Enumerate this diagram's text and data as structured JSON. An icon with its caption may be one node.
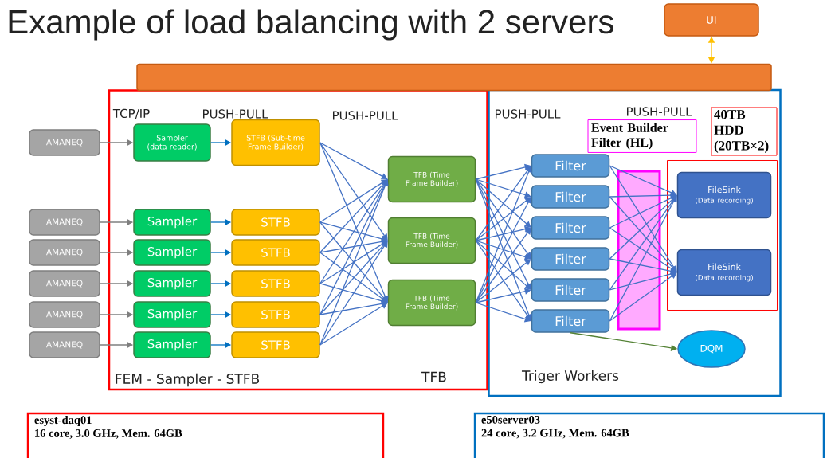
{
  "diagram": {
    "title": "Example of load balancing with 2 servers",
    "nodes": [
      {
        "text": [
          "FEM - Sampler - STFB",
          "TFB"
        ]
      },
      {
        "text": [
          "Triger Workers"
        ]
      },
      {
        "text": [
          "UI"
        ]
      },
      {
        "text": [],
        "shape": "bar"
      },
      {
        "text": [
          "AMANEQ"
        ]
      },
      {
        "text": [
          "AMANEQ"
        ]
      },
      {
        "text": [
          "AMANEQ"
        ]
      },
      {
        "text": [
          "AMANEQ"
        ]
      },
      {
        "text": [
          "AMANEQ"
        ]
      },
      {
        "text": [
          "AMANEQ"
        ]
      },
      {
        "text": [
          "Sampler (data reader)"
        ],
        "in": 0
      },
      {
        "text": [
          "Sampler"
        ],
        "in": 0
      },
      {
        "text": [
          "Sampler"
        ],
        "in": 0
      },
      {
        "text": [
          "Sampler"
        ],
        "in": 0
      },
      {
        "text": [
          "Sampler"
        ],
        "in": 0
      },
      {
        "text": [
          "Sampler"
        ],
        "in": 0
      },
      {
        "text": [
          "STFB (Sub-time Frame Builder)"
        ],
        "in": 0
      },
      {
        "text": [
          "STFB"
        ],
        "in": 0
      },
      {
        "text": [
          "STFB"
        ],
        "in": 0
      },
      {
        "text": [
          "STFB"
        ],
        "in": 0
      },
      {
        "text": [
          "STFB"
        ],
        "in": 0
      },
      {
        "text": [
          "STFB"
        ],
        "in": 0
      },
      {
        "text": [
          "TFB (Time Frame Builder)"
        ],
        "in": 0
      },
      {
        "text": [
          "TFB (Time Frame Builder)"
        ],
        "in": 0
      },
      {
        "text": [
          "TFB (Time Frame Builder)"
        ],
        "in": 0
      },
      {
        "text": [
          "Event Builder Filter (HL)"
        ],
        "in": 1
      },
      {
        "text": [
          "Filter"
        ],
        "in": 1
      },
      {
        "text": [
          "Filter"
        ],
        "in": 1
      },
      {
        "text": [
          "Filter"
        ],
        "in": 1
      },
      {
        "text": [
          "Filter"
        ],
        "in": 1
      },
      {
        "text": [
          "Filter"
        ],
        "in": 1
      },
      {
        "text": [
          "Filter"
        ],
        "in": 1
      },
      {
        "text": [
          "40TB HDD (20TB×2)"
        ],
        "in": 1
      },
      {
        "text": [
          "FileSink",
          "(Data recording)"
        ],
        "in": 32
      },
      {
        "text": [
          "FileSink",
          "(Data recording)"
        ],
        "in": 32
      },
      {
        "text": [
          "DQM"
        ],
        "in": 1
      },
      {
        "text": [
          "esyst-daq01",
          "16 core, 3.0 GHz, Mem. 64GB"
        ]
      },
      {
        "text": [
          "e50server03",
          "24 core, 3.2 GHz, Mem. 64GB"
        ]
      }
    ],
    "edges": [
      {
        "from": 2,
        "to": 3,
        "arrow": "both",
        "color": "#ffc000"
      },
      {
        "from": 4,
        "to": 10,
        "arrow": "to",
        "color": "#7f7f7f"
      },
      {
        "from": 5,
        "to": 11,
        "arrow": "to",
        "color": "#7f7f7f"
      },
      {
        "from": 6,
        "to": 12,
        "arrow": "to",
        "color": "#7f7f7f"
      },
      {
        "from": 7,
        "to": 13,
        "arrow": "to",
        "color": "#7f7f7f"
      },
      {
        "from": 8,
        "to": 14,
        "arrow": "to",
        "color": "#7f7f7f"
      },
      {
        "from": 9,
        "to": 15,
        "arrow": "to",
        "color": "#7f7f7f"
      },
      {
        "from": 10,
        "to": 16,
        "arrow": "to",
        "color": "#0070c0"
      },
      {
        "from": 11,
        "to": 17,
        "arrow": "to",
        "color": "#0070c0"
      },
      {
        "from": 12,
        "to": 18,
        "arrow": "to",
        "color": "#0070c0"
      },
      {
        "from": 13,
        "to": 19,
        "arrow": "to",
        "color": "#0070c0"
      },
      {
        "from": 14,
        "to": 20,
        "arrow": "to",
        "color": "#0070c0"
      },
      {
        "from": 15,
        "to": 21,
        "arrow": "to",
        "color": "#0070c0"
      },
      {
        "from": 16,
        "to": 22,
        "arrow": "to"
      },
      {
        "from": 16,
        "to": 23,
        "arrow": "to"
      },
      {
        "from": 16,
        "to": 24,
        "arrow": "to"
      },
      {
        "from": 17,
        "to": 22,
        "arrow": "to"
      },
      {
        "from": 17,
        "to": 23,
        "arrow": "to"
      },
      {
        "from": 17,
        "to": 24,
        "arrow": "to"
      },
      {
        "from": 18,
        "to": 22,
        "arrow": "to"
      },
      {
        "from": 18,
        "to": 23,
        "arrow": "to"
      },
      {
        "from": 18,
        "to": 24,
        "arrow": "to"
      },
      {
        "from": 19,
        "to": 22,
        "arrow": "to"
      },
      {
        "from": 19,
        "to": 23,
        "arrow": "to"
      },
      {
        "from": 19,
        "to": 24,
        "arrow": "to"
      },
      {
        "from": 20,
        "to": 22,
        "arrow": "to"
      },
      {
        "from": 20,
        "to": 23,
        "arrow": "to"
      },
      {
        "from": 20,
        "to": 24,
        "arrow": "to"
      },
      {
        "from": 21,
        "to": 22,
        "arrow": "to"
      },
      {
        "from": 21,
        "to": 23,
        "arrow": "to"
      },
      {
        "from": 21,
        "to": 24,
        "arrow": "to"
      },
      {
        "from": 22,
        "to": 26,
        "arrow": "to"
      },
      {
        "from": 22,
        "to": 27,
        "arrow": "to"
      },
      {
        "from": 22,
        "to": 28,
        "arrow": "to"
      },
      {
        "from": 22,
        "to": 29,
        "arrow": "to"
      },
      {
        "from": 22,
        "to": 30,
        "arrow": "to"
      },
      {
        "from": 22,
        "to": 31,
        "arrow": "to"
      },
      {
        "from": 23,
        "to": 26,
        "arrow": "to"
      },
      {
        "from": 23,
        "to": 27,
        "arrow": "to"
      },
      {
        "from": 23,
        "to": 28,
        "arrow": "to"
      },
      {
        "from": 23,
        "to": 29,
        "arrow": "to"
      },
      {
        "from": 23,
        "to": 30,
        "arrow": "to"
      },
      {
        "from": 23,
        "to": 31,
        "arrow": "to"
      },
      {
        "from": 24,
        "to": 26,
        "arrow": "to"
      },
      {
        "from": 24,
        "to": 27,
        "arrow": "to"
      },
      {
        "from": 24,
        "to": 28,
        "arrow": "to"
      },
      {
        "from": 24,
        "to": 29,
        "arrow": "to"
      },
      {
        "from": 24,
        "to": 30,
        "arrow": "to"
      },
      {
        "from": 24,
        "to": 31,
        "arrow": "to"
      },
      {
        "from": 26,
        "to": 33,
        "arrow": "to"
      },
      {
        "from": 26,
        "to": 34,
        "arrow": "to"
      },
      {
        "from": 27,
        "to": 33,
        "arrow": "to"
      },
      {
        "from": 27,
        "to": 34,
        "arrow": "to"
      },
      {
        "from": 28,
        "to": 33,
        "arrow": "to"
      },
      {
        "from": 28,
        "to": 34,
        "arrow": "to"
      },
      {
        "from": 29,
        "to": 33,
        "arrow": "to"
      },
      {
        "from": 29,
        "to": 34,
        "arrow": "to"
      },
      {
        "from": 30,
        "to": 33,
        "arrow": "to"
      },
      {
        "from": 30,
        "to": 34,
        "arrow": "to"
      },
      {
        "from": 31,
        "to": 33,
        "arrow": "to"
      },
      {
        "from": 31,
        "to": 34,
        "arrow": "to"
      },
      {
        "from": 31,
        "to": 35,
        "arrow": "to",
        "color": "#548235"
      }
    ],
    "labels": [
      "TCP/IP",
      "PUSH-PULL",
      "PUSH-PULL",
      "PUSH-PULL",
      "PUSH-PULL"
    ]
  }
}
